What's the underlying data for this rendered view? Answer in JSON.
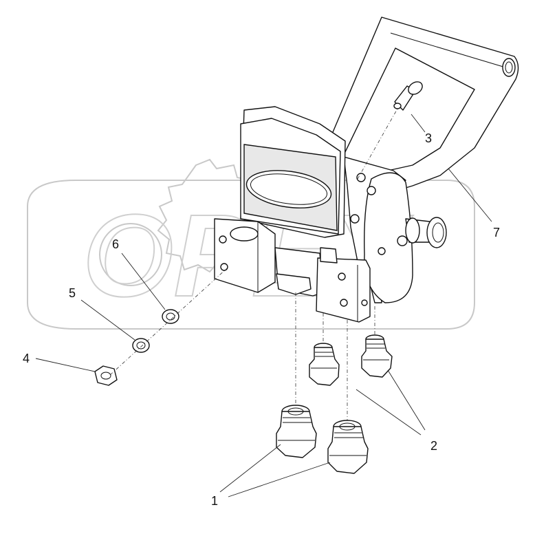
{
  "callouts": {
    "part_1": "1",
    "part_2": "2",
    "part_3": "3",
    "part_4": "4",
    "part_5": "5",
    "part_6": "6",
    "part_7": "7"
  },
  "watermark": {
    "text": "OPEX"
  },
  "colors": {
    "line": "#111111",
    "watermark": "#cfcfcf",
    "background": "#ffffff"
  }
}
